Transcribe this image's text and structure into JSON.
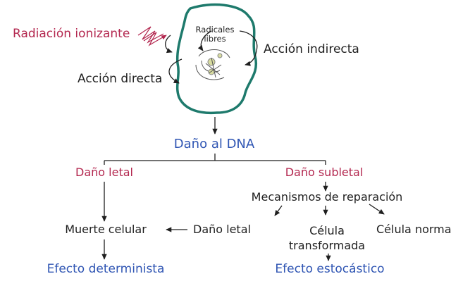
{
  "cell": {
    "radiation_label": "Radiación ionizante",
    "radicals_line1": "Radicales",
    "radicals_line2": "libres",
    "indirect_action": "Acción indirecta",
    "direct_action": "Acción directa"
  },
  "flow": {
    "dna_damage": "Daño al DNA",
    "lethal_damage": "Daño letal",
    "sublethal_damage": "Daño subletal",
    "repair_mechanisms": "Mecanismos de reparación",
    "cell_death": "Muerte celular",
    "lethal_damage_2": "Daño letal",
    "cell_line1": "Célula",
    "cell_line2": "transformada",
    "normal_cell": "Célula normal",
    "deterministic_effect": "Efecto determinista",
    "stochastic_effect": "Efecto estocástico"
  },
  "colors": {
    "membrane": "#1e7a6c",
    "radiation": "#b3274f",
    "blue_text": "#2f55b3",
    "crimson_text": "#b3274f",
    "lines": "#1f1f1f"
  }
}
